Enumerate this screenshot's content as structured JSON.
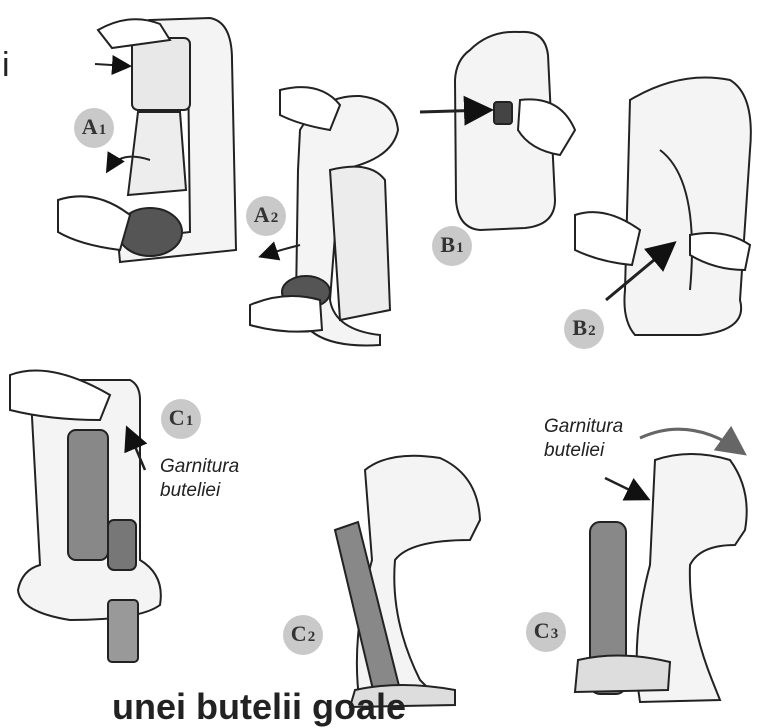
{
  "fragment_top_left": "i",
  "badges": {
    "a1": {
      "letter": "A",
      "sub": "1"
    },
    "a2": {
      "letter": "A",
      "sub": "2"
    },
    "b1": {
      "letter": "B",
      "sub": "1"
    },
    "b2": {
      "letter": "B",
      "sub": "2"
    },
    "c1": {
      "letter": "C",
      "sub": "1"
    },
    "c2": {
      "letter": "C",
      "sub": "2"
    },
    "c3": {
      "letter": "C",
      "sub": "3"
    }
  },
  "captions": {
    "c1_line1": "Garnitura",
    "c1_line2": "buteliei",
    "c3_line1": "Garnitura",
    "c3_line2": "buteliei"
  },
  "heading": "unei butelii goale"
}
